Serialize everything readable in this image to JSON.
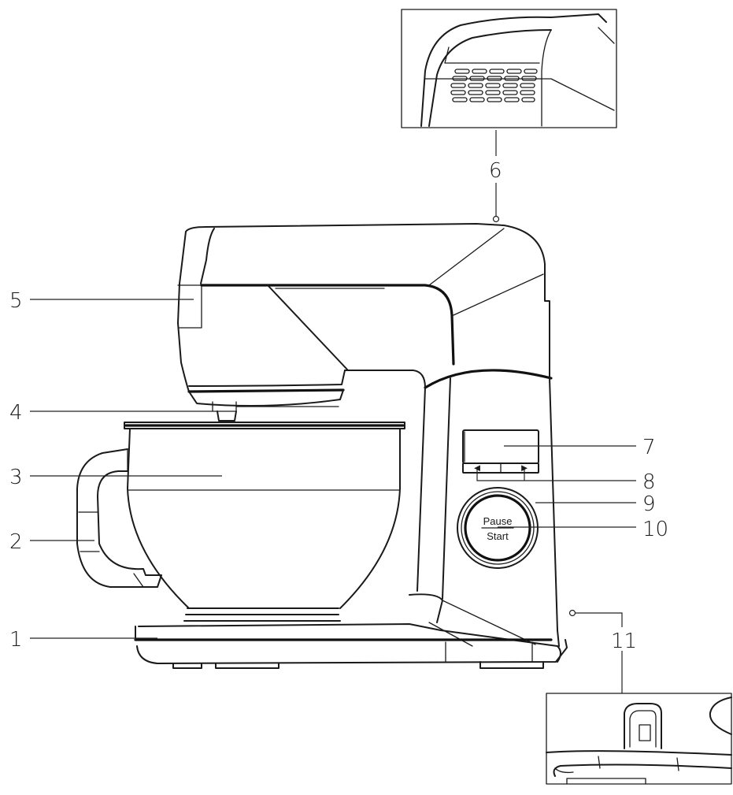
{
  "callouts": [
    {
      "id": "1",
      "label": "1"
    },
    {
      "id": "2",
      "label": "2"
    },
    {
      "id": "3",
      "label": "3"
    },
    {
      "id": "4",
      "label": "4"
    },
    {
      "id": "5",
      "label": "5"
    },
    {
      "id": "6",
      "label": "6"
    },
    {
      "id": "7",
      "label": "7"
    },
    {
      "id": "8",
      "label": "8"
    },
    {
      "id": "9",
      "label": "9"
    },
    {
      "id": "10",
      "label": "10"
    },
    {
      "id": "11",
      "label": "11"
    }
  ],
  "control_button": {
    "top_text": "Pause",
    "bottom_text": "Start"
  },
  "arrow_keys": {
    "left": "◄",
    "right": "►"
  }
}
